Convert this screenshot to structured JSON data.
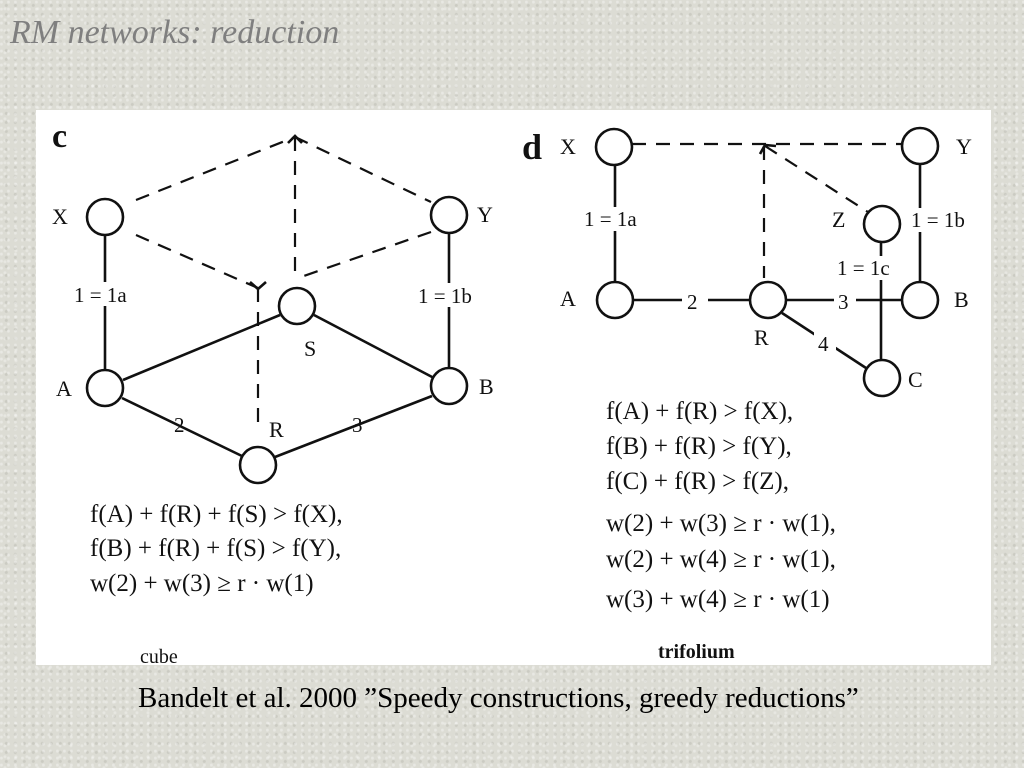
{
  "slide": {
    "title": "RM networks: reduction",
    "citation": "Bandelt et al. 2000 ”Speedy constructions, greedy reductions”"
  },
  "panel_c": {
    "letter": "c",
    "caption": "cube",
    "nodes": {
      "X": "X",
      "Y": "Y",
      "A": "A",
      "B": "B",
      "S": "S",
      "R": "R"
    },
    "edge_labels": {
      "left": "1 = 1a",
      "right": "1 = 1b",
      "ar": "2",
      "br": "3"
    },
    "formulas": [
      "f(A) + f(R) + f(S) > f(X),",
      "f(B) + f(R) + f(S) > f(Y),",
      "w(2) + w(3) ≥ r · w(1)"
    ]
  },
  "panel_d": {
    "letter": "d",
    "caption": "trifolium",
    "nodes": {
      "X": "X",
      "Y": "Y",
      "Z": "Z",
      "A": "A",
      "B": "B",
      "C": "C",
      "R": "R"
    },
    "edge_labels": {
      "xa": "1 = 1a",
      "yb": "1 = 1b",
      "zc": "1 = 1c",
      "ar": "2",
      "rb": "3",
      "rc": "4"
    },
    "formulas": [
      "f(A) + f(R) > f(X),",
      "f(B) + f(R) > f(Y),",
      "f(C) + f(R) > f(Z),",
      "w(2) + w(3) ≥ r · w(1),",
      "w(2) + w(4) ≥ r · w(1),",
      "w(3) + w(4) ≥ r · w(1)"
    ]
  }
}
